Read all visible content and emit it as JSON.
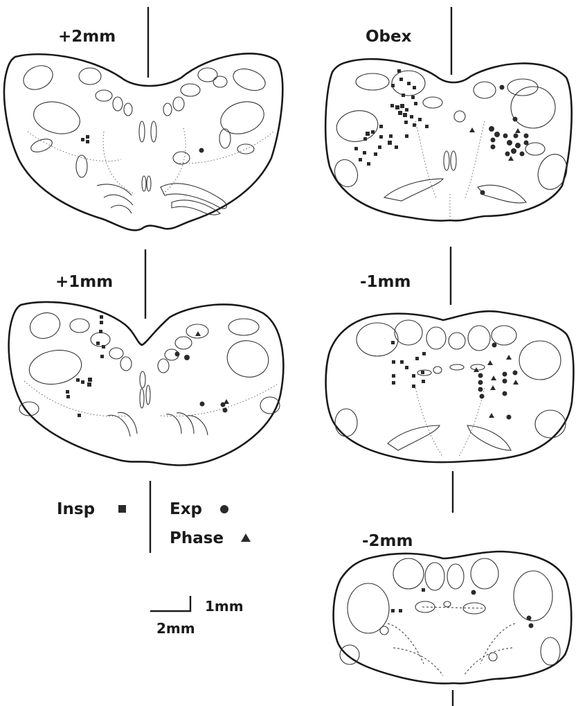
{
  "sections": [
    {
      "id": "plus2",
      "label": "+2mm"
    },
    {
      "id": "obex",
      "label": "Obex"
    },
    {
      "id": "plus1",
      "label": "+1mm"
    },
    {
      "id": "minus1",
      "label": "-1mm"
    },
    {
      "id": "minus2",
      "label": "-2mm"
    }
  ],
  "legend": {
    "insp": "Insp",
    "exp": "Exp",
    "phase": "Phase"
  },
  "scale_bar": {
    "vertical": "1mm",
    "horizontal": "2mm"
  },
  "marker_shapes": {
    "insp": "filled-square",
    "exp": "filled-circle",
    "phase": "filled-triangle"
  }
}
